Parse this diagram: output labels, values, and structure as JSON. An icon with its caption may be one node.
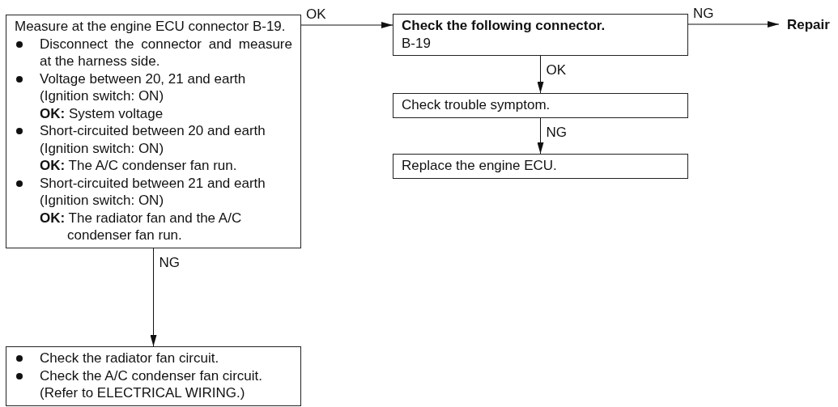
{
  "diagram": {
    "nodes": [
      {
        "text": [
          "Measure at the engine ECU connector B-19.",
          "Disconnect the connector and measure at the harness side.",
          "Voltage between 20, 21 and earth",
          "(Ignition switch: ON)",
          "**OK:** System voltage",
          "Short-circuited between 20 and earth",
          "(Ignition switch: ON)",
          "**OK:** The A/C condenser fan run.",
          "Short-circuited between 21 and earth",
          "(Ignition switch: ON)",
          "**OK:** The radiator fan and the A/C condenser fan run."
        ]
      },
      {
        "text": [
          "Check the radiator fan circuit.",
          "Check the A/C condenser fan circuit.",
          "(Refer to ELECTRICAL WIRING.)"
        ]
      },
      {
        "text": [
          "Check the following connector.",
          "B-19"
        ]
      },
      {
        "text": [
          "Repair"
        ]
      },
      {
        "text": [
          "Check trouble symptom."
        ]
      },
      {
        "text": [
          "Replace the engine ECU."
        ]
      }
    ],
    "edges": [
      {
        "from": 0,
        "to": 2,
        "arrow": "to",
        "label": "OK"
      },
      {
        "from": 2,
        "to": 3,
        "arrow": "to",
        "label": "NG"
      },
      {
        "from": 2,
        "to": 4,
        "arrow": "to",
        "label": "OK"
      },
      {
        "from": 4,
        "to": 5,
        "arrow": "to",
        "label": "NG"
      },
      {
        "from": 0,
        "to": 1,
        "arrow": "to",
        "label": "NG"
      }
    ]
  }
}
